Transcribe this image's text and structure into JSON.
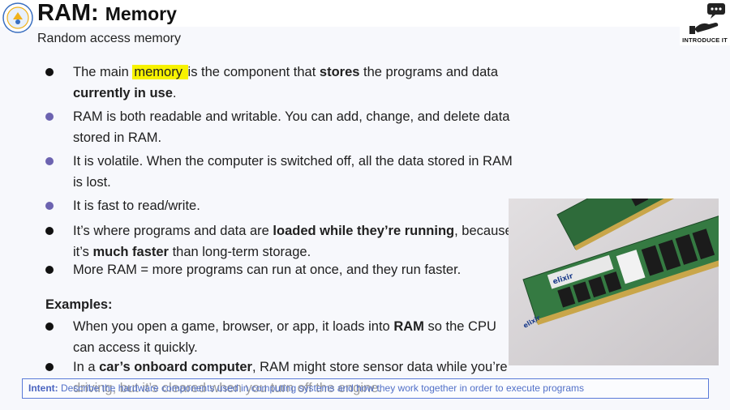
{
  "header": {
    "title_main": "RAM:",
    "title_sub": "Memory",
    "subtitle": "Random access memory",
    "right_logo_text": "INTRODUCE IT"
  },
  "bullets": [
    {
      "parts": [
        "The main ",
        "memory ",
        " is the component that ",
        "stores",
        " the programs and data ",
        "currently in use",
        "."
      ]
    },
    {
      "text": "RAM is both readable and writable. You can add, change, and delete data stored in RAM."
    },
    {
      "text": "It is volatile. When the computer is switched off, all the data stored in RAM is lost."
    },
    {
      "text": "It is fast to read/write."
    },
    {
      "parts": [
        "It’s where programs and data are ",
        "loaded while they’re running",
        ", because it’s ",
        "much faster",
        " than long-term storage."
      ]
    },
    {
      "text": "More RAM = more programs can run at once, and they run faster."
    }
  ],
  "examples": {
    "heading": "Examples:",
    "items": [
      {
        "parts": [
          "When you open a game, browser, or app, it loads into ",
          "RAM",
          " so the CPU can access it quickly."
        ]
      },
      {
        "parts": [
          "In a ",
          "car’s onboard computer",
          ", RAM might store sensor data while you’re driving, but it’s cleared when you turn off the engine."
        ]
      }
    ]
  },
  "image": {
    "chip_brand_a": "elixir",
    "chip_brand_b": "elixir"
  },
  "footer": {
    "intent_label": "Intent:",
    "intent_text": " Describe the hardware components used in computing systems and how they work together in order to execute programs"
  },
  "colors": {
    "highlight": "#f7f200",
    "intent_border": "#5a7bd8",
    "purple_bullet": "#6c63b0"
  }
}
